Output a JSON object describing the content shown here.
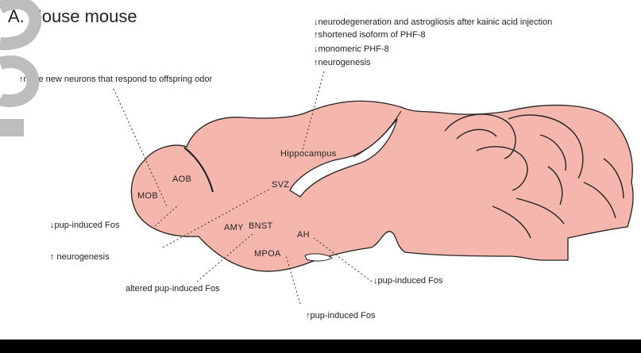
{
  "title": "A. House mouse",
  "regions": {
    "mob": "MOB",
    "aob": "AOB",
    "svz": "SVZ",
    "amy": "AMY",
    "bnst": "BNST",
    "ah": "AH",
    "mpoa": "MPOA",
    "hippocampus": "Hippocampus"
  },
  "annotations": {
    "hippo_line1": "↓neurodegeneration and astrogliosis after kainic acid injection",
    "hippo_line2": "↑shortened isoform of PHF-8",
    "hippo_line3": "↓monomeric PHF-8",
    "hippo_line4": "↑neurogenesis",
    "mob_new_neurons": "↑more new neurons that respond to offspring odor",
    "mob_fos": "↓pup-induced Fos",
    "svz_neurogenesis": "↑ neurogenesis",
    "bnst_fos": "altered pup-induced Fos",
    "ah_fos": "↓pup-induced Fos",
    "mpoa_fos": "↑pup-induced Fos"
  },
  "colors": {
    "brain_fill": "#f5b7ad",
    "outline": "#222222",
    "text": "#222222",
    "watermark": "#bdbdbd"
  }
}
